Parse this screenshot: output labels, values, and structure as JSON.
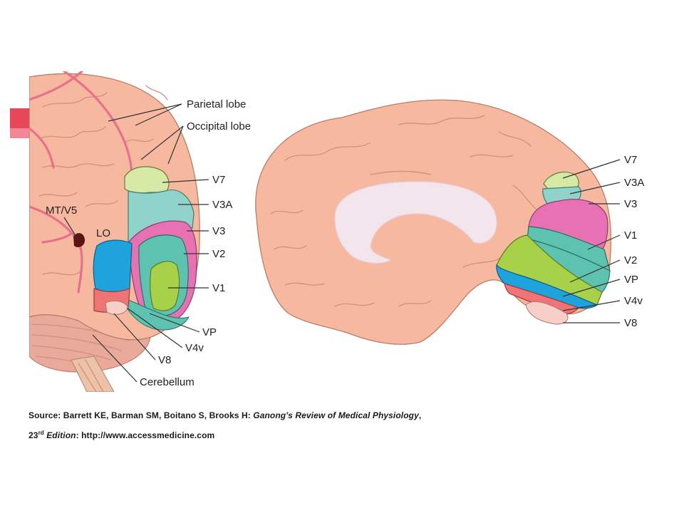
{
  "left_view": {
    "labels": {
      "parietal": "Parietal lobe",
      "occipital": "Occipital lobe",
      "v7": "V7",
      "v3a": "V3A",
      "v3": "V3",
      "v2": "V2",
      "v1": "V1",
      "vp": "VP",
      "v4v": "V4v",
      "v8": "V8",
      "cerebellum": "Cerebellum",
      "mtv5": "MT/V5",
      "lo": "LO"
    }
  },
  "right_view": {
    "labels": {
      "v7": "V7",
      "v3a": "V3A",
      "v3": "V3",
      "v1": "V1",
      "v2": "V2",
      "vp": "VP",
      "v4v": "V4v",
      "v8": "V8"
    }
  },
  "caption": {
    "source_prefix": "Source: Barrett KE, Barman SM, Boitano S, Brooks H: ",
    "book_title": "Ganong's Review of Medical Physiology",
    "source_suffix": ",",
    "edition_num": "23",
    "edition_sup": "rd",
    "edition_word": " Edition",
    "url_prefix": ": http://www.accessmedicine.com"
  },
  "colors": {
    "brain": "#f6b9a0",
    "v7": "#d6eaa5",
    "v3a": "#8fd3cb",
    "v3": "#e771b3",
    "v2": "#5ec2b0",
    "v1": "#a6d148",
    "vp": "#1ea3dd",
    "v4v": "#ef7476",
    "v8": "#f8cfc7",
    "mt": "#5b1414",
    "accent": "#e8475a"
  }
}
